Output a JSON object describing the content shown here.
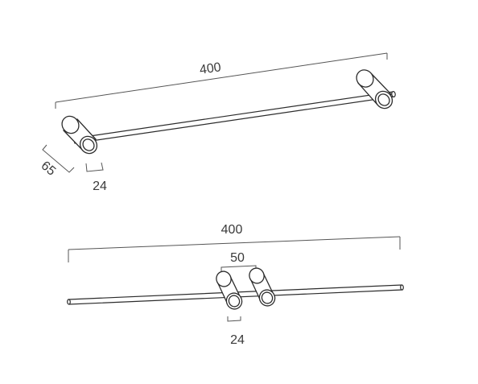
{
  "top_view": {
    "length_label": "400",
    "depth_label": "65",
    "mount_diameter_label": "24"
  },
  "bottom_view": {
    "length_label": "400",
    "spacing_label": "50",
    "mount_diameter_label": "24"
  },
  "colors": {
    "line": "#2c2c2c",
    "dimension": "#555555",
    "text": "#3a3a3a",
    "background": "#ffffff"
  }
}
